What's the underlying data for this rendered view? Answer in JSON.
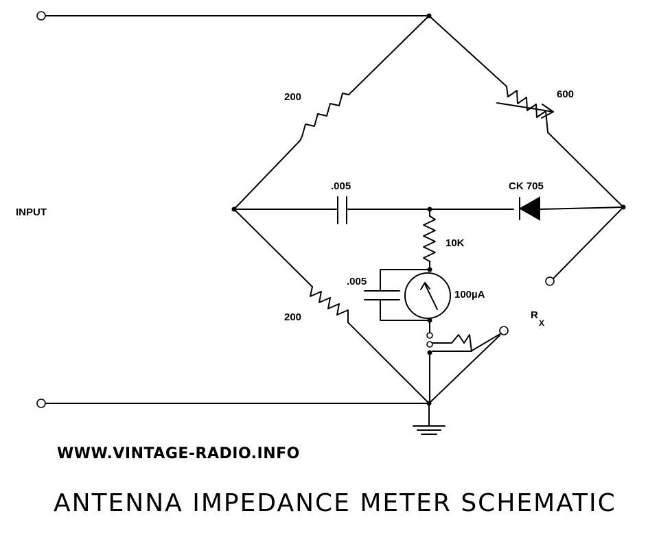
{
  "labels": {
    "input": "INPUT",
    "r_top_left": "200",
    "r_top_right": "600",
    "r_bottom_left": "200",
    "cap_main": ".005",
    "cap_meter": ".005",
    "diode": "CK 705",
    "r_series": "10K",
    "meter": "100µA",
    "rx_main": "R",
    "rx_sub": "X"
  },
  "footer": {
    "url": "WWW.VINTAGE-RADIO.INFO",
    "title": "ANTENNA IMPEDANCE METER SCHEMATIC"
  }
}
